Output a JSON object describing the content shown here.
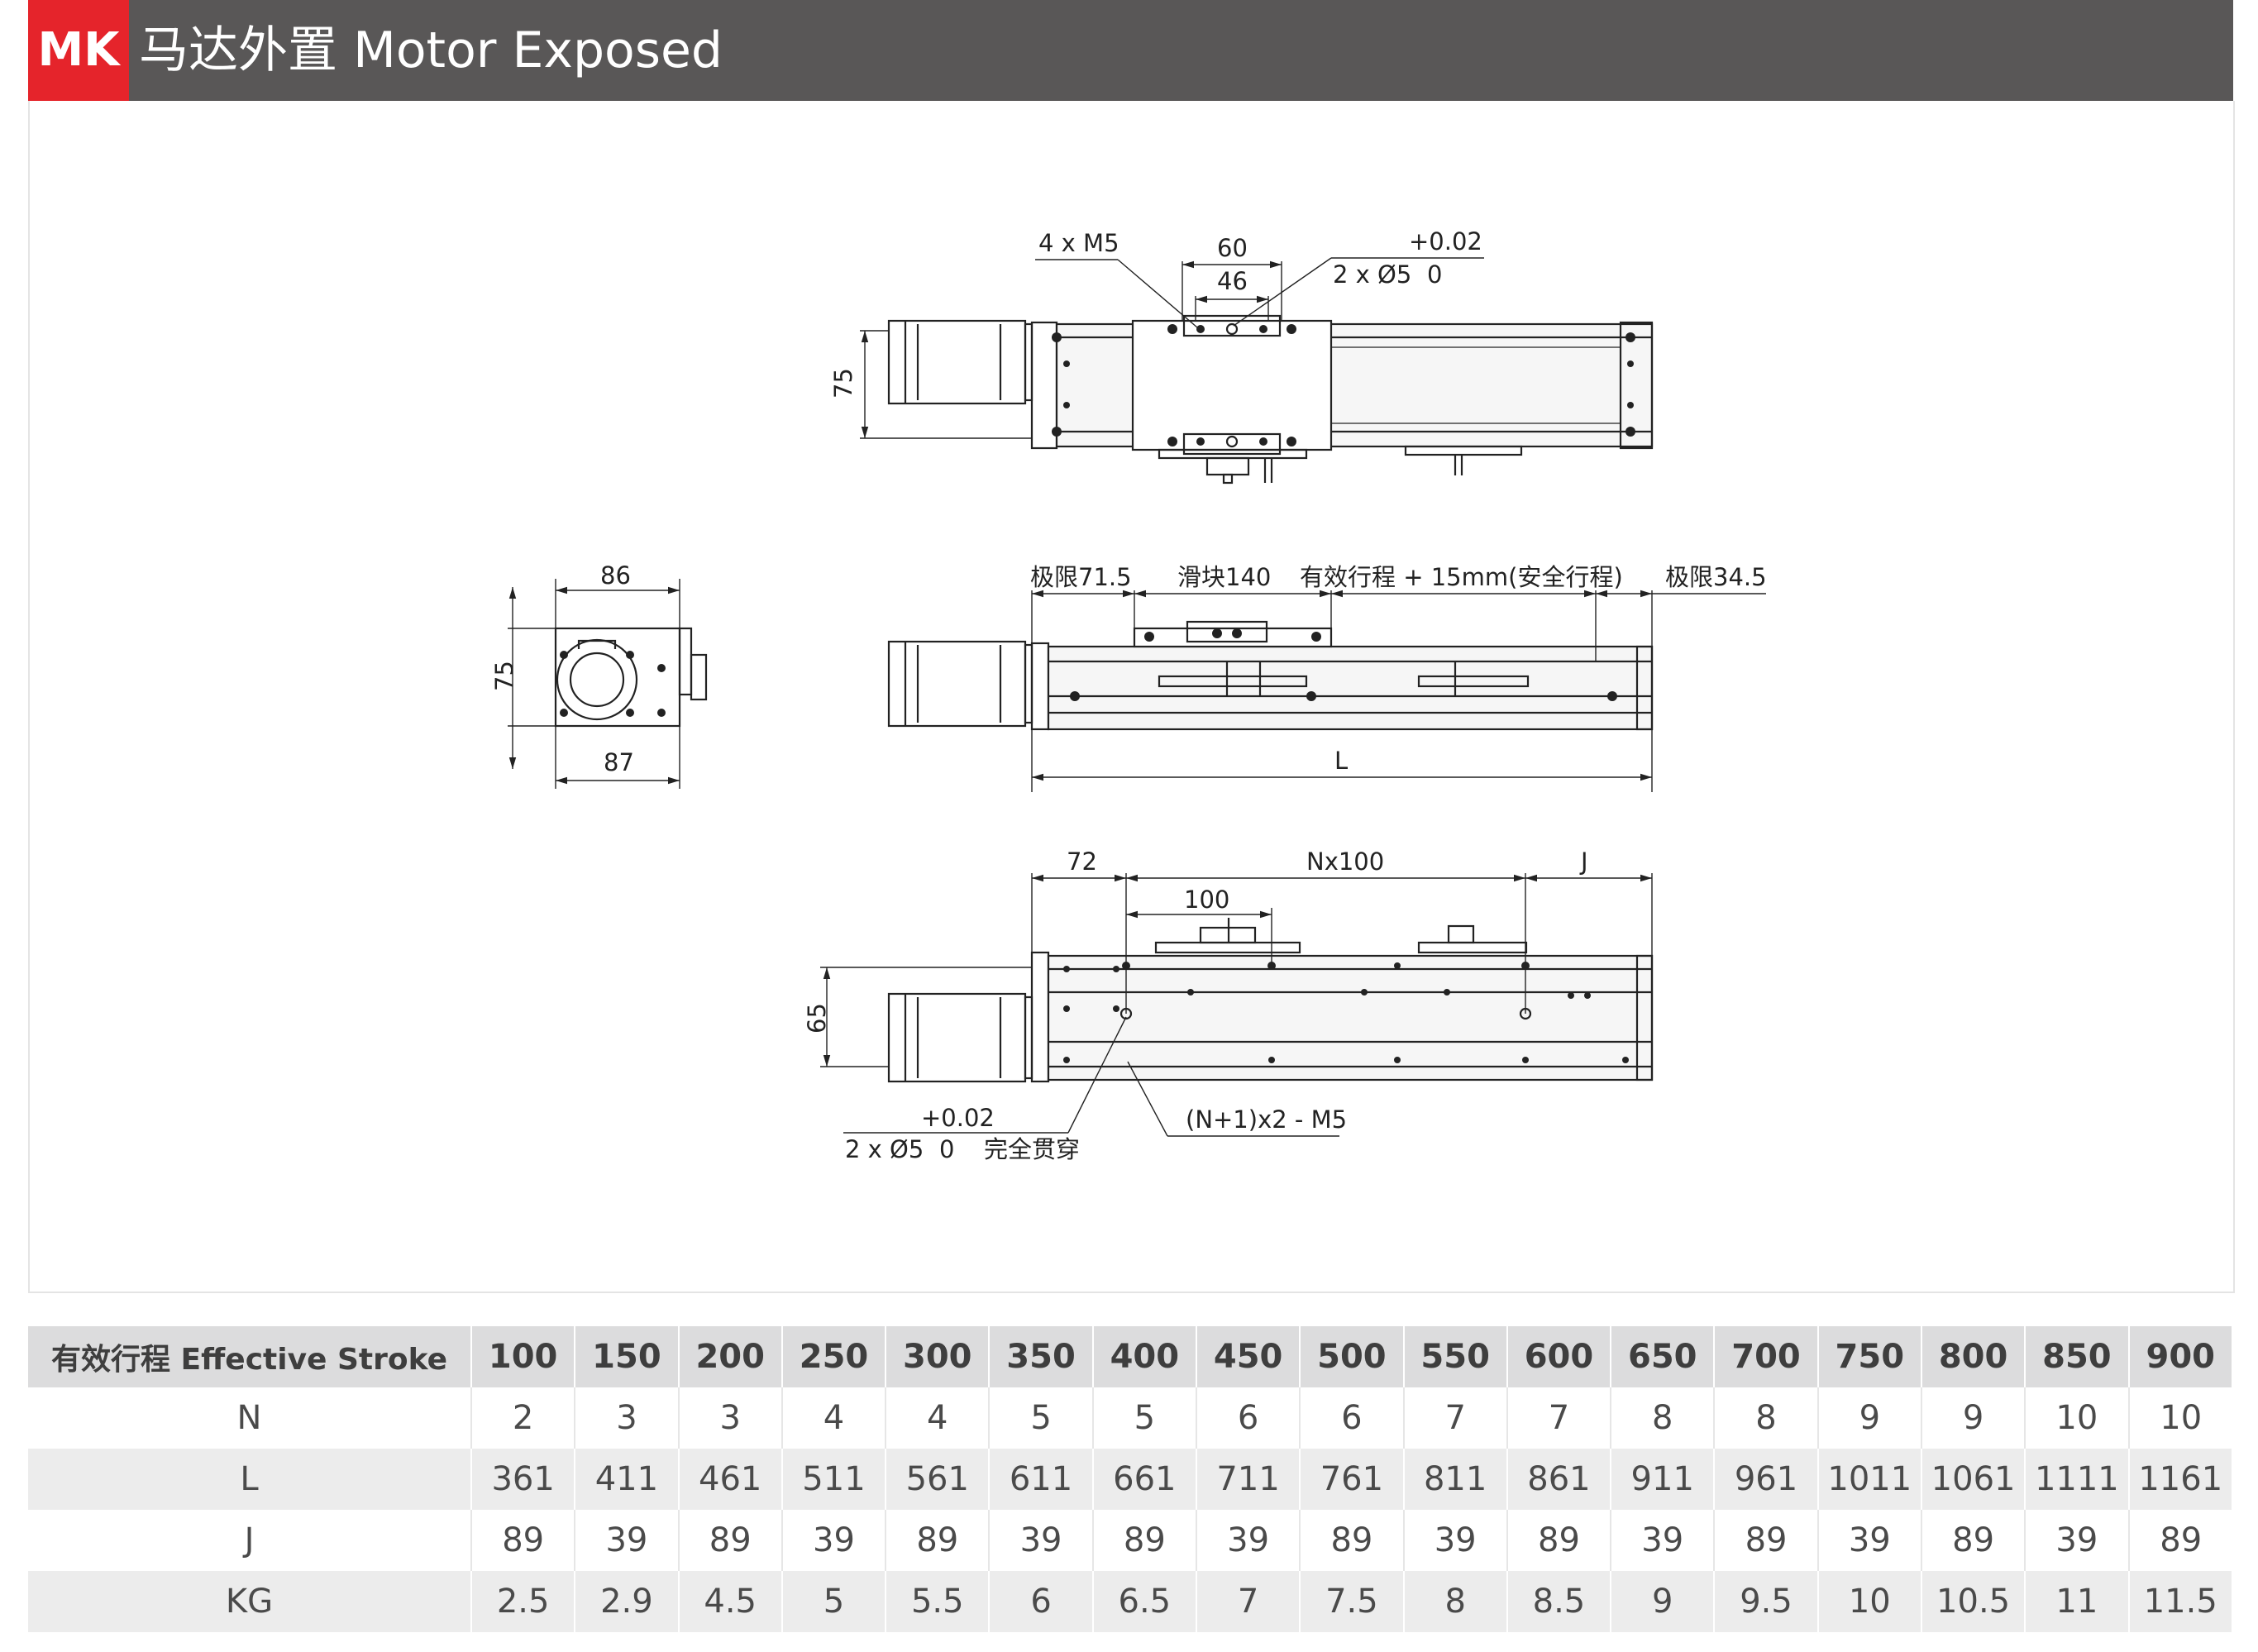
{
  "header": {
    "badge": "MK",
    "title": "马达外置 Motor Exposed",
    "badge_color": "#e5242b",
    "bar_color": "#595757"
  },
  "drawing": {
    "top_view": {
      "label_4xm5": "4 x M5",
      "dim_60": "60",
      "dim_46": "46",
      "tol": "+0.02",
      "hole": "2 x Ø5",
      "tol_zero": "0",
      "dim_75": "75"
    },
    "end_view": {
      "dim_86": "86",
      "dim_87": "87",
      "dim_75": "75"
    },
    "side_view": {
      "limit_left": "极限71.5",
      "slider": "滑块140",
      "stroke": "有效行程 + 15mm(安全行程)",
      "limit_right": "极限34.5",
      "length": "L"
    },
    "bottom_view": {
      "dim_72": "72",
      "pitch": "Nx100",
      "dim_j": "J",
      "dim_100": "100",
      "dim_65": "65",
      "tol": "+0.02",
      "hole": "2 x Ø5",
      "tol_zero": "0",
      "through": "完全贯穿",
      "screws": "(N+1)x2 - M5"
    }
  },
  "table": {
    "header_label": "有效行程 Effective Stroke",
    "strokes": [
      "100",
      "150",
      "200",
      "250",
      "300",
      "350",
      "400",
      "450",
      "500",
      "550",
      "600",
      "650",
      "700",
      "750",
      "800",
      "850",
      "900"
    ],
    "rows": [
      {
        "label": "N",
        "values": [
          "2",
          "3",
          "3",
          "4",
          "4",
          "5",
          "5",
          "6",
          "6",
          "7",
          "7",
          "8",
          "8",
          "9",
          "9",
          "10",
          "10"
        ]
      },
      {
        "label": "L",
        "values": [
          "361",
          "411",
          "461",
          "511",
          "561",
          "611",
          "661",
          "711",
          "761",
          "811",
          "861",
          "911",
          "961",
          "1011",
          "1061",
          "1111",
          "1161"
        ]
      },
      {
        "label": "J",
        "values": [
          "89",
          "39",
          "89",
          "39",
          "89",
          "39",
          "89",
          "39",
          "89",
          "39",
          "89",
          "39",
          "89",
          "39",
          "89",
          "39",
          "89"
        ]
      },
      {
        "label": "KG",
        "values": [
          "2.5",
          "2.9",
          "4.5",
          "5",
          "5.5",
          "6",
          "6.5",
          "7",
          "7.5",
          "8",
          "8.5",
          "9",
          "9.5",
          "10",
          "10.5",
          "11",
          "11.5"
        ]
      }
    ]
  }
}
